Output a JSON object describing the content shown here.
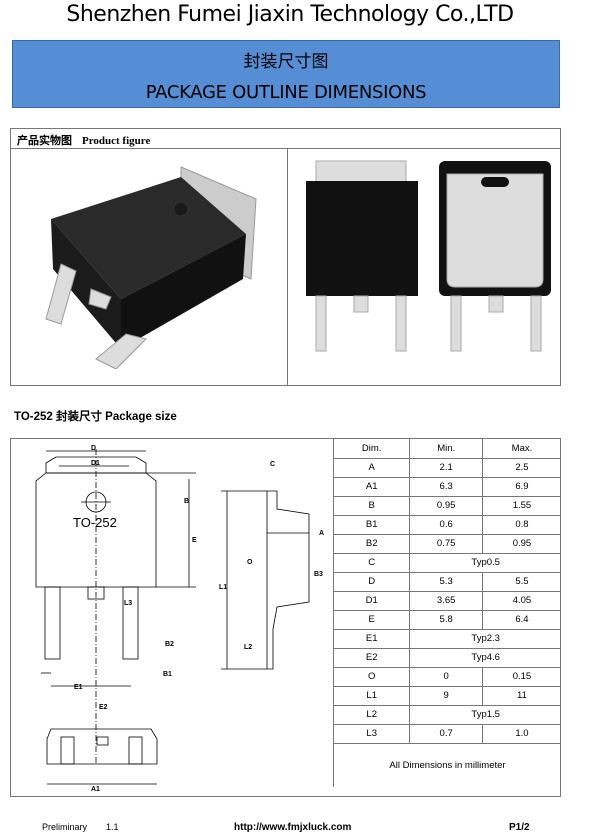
{
  "header": {
    "company": "Shenzhen Fumei Jiaxin Technology Co.,LTD",
    "banner_cn": "封装尺寸图",
    "banner_en": "PACKAGE OUTLINE DIMENSIONS",
    "banner_color": "#558ed5"
  },
  "product": {
    "label_cn": "产品实物图",
    "label_en": "Product figure"
  },
  "package": {
    "title": "TO-252 封装尺寸 Package size",
    "drawing_label": "TO-252",
    "dim_labels": [
      "D",
      "D1",
      "B",
      "E",
      "L3",
      "B2",
      "B1",
      "E1",
      "E2",
      "A1",
      "C",
      "A",
      "O",
      "B3",
      "L1",
      "L2"
    ]
  },
  "table": {
    "headers": [
      "Dim.",
      "Min.",
      "Max."
    ],
    "rows": [
      [
        "A",
        "2.1",
        "2.5"
      ],
      [
        "A1",
        "6.3",
        "6.9"
      ],
      [
        "B",
        "0.95",
        "1.55"
      ],
      [
        "B1",
        "0.6",
        "0.8"
      ],
      [
        "B2",
        "0.75",
        "0.95"
      ],
      [
        "C",
        "Typ0.5"
      ],
      [
        "D",
        "5.3",
        "5.5"
      ],
      [
        "D1",
        "3.65",
        "4.05"
      ],
      [
        "E",
        "5.8",
        "6.4"
      ],
      [
        "E1",
        "Typ2.3"
      ],
      [
        "E2",
        "Typ4.6"
      ],
      [
        "O",
        "0",
        "0.15"
      ],
      [
        "L1",
        "9",
        "11"
      ],
      [
        "L2",
        "Typ1.5"
      ],
      [
        "L3",
        "0.7",
        "1.0"
      ]
    ],
    "note": "All Dimensions in millimeter"
  },
  "footer": {
    "status": "Preliminary",
    "version": "1.1",
    "url": "http://www.fmjxluck.com",
    "page": "P1/2"
  }
}
